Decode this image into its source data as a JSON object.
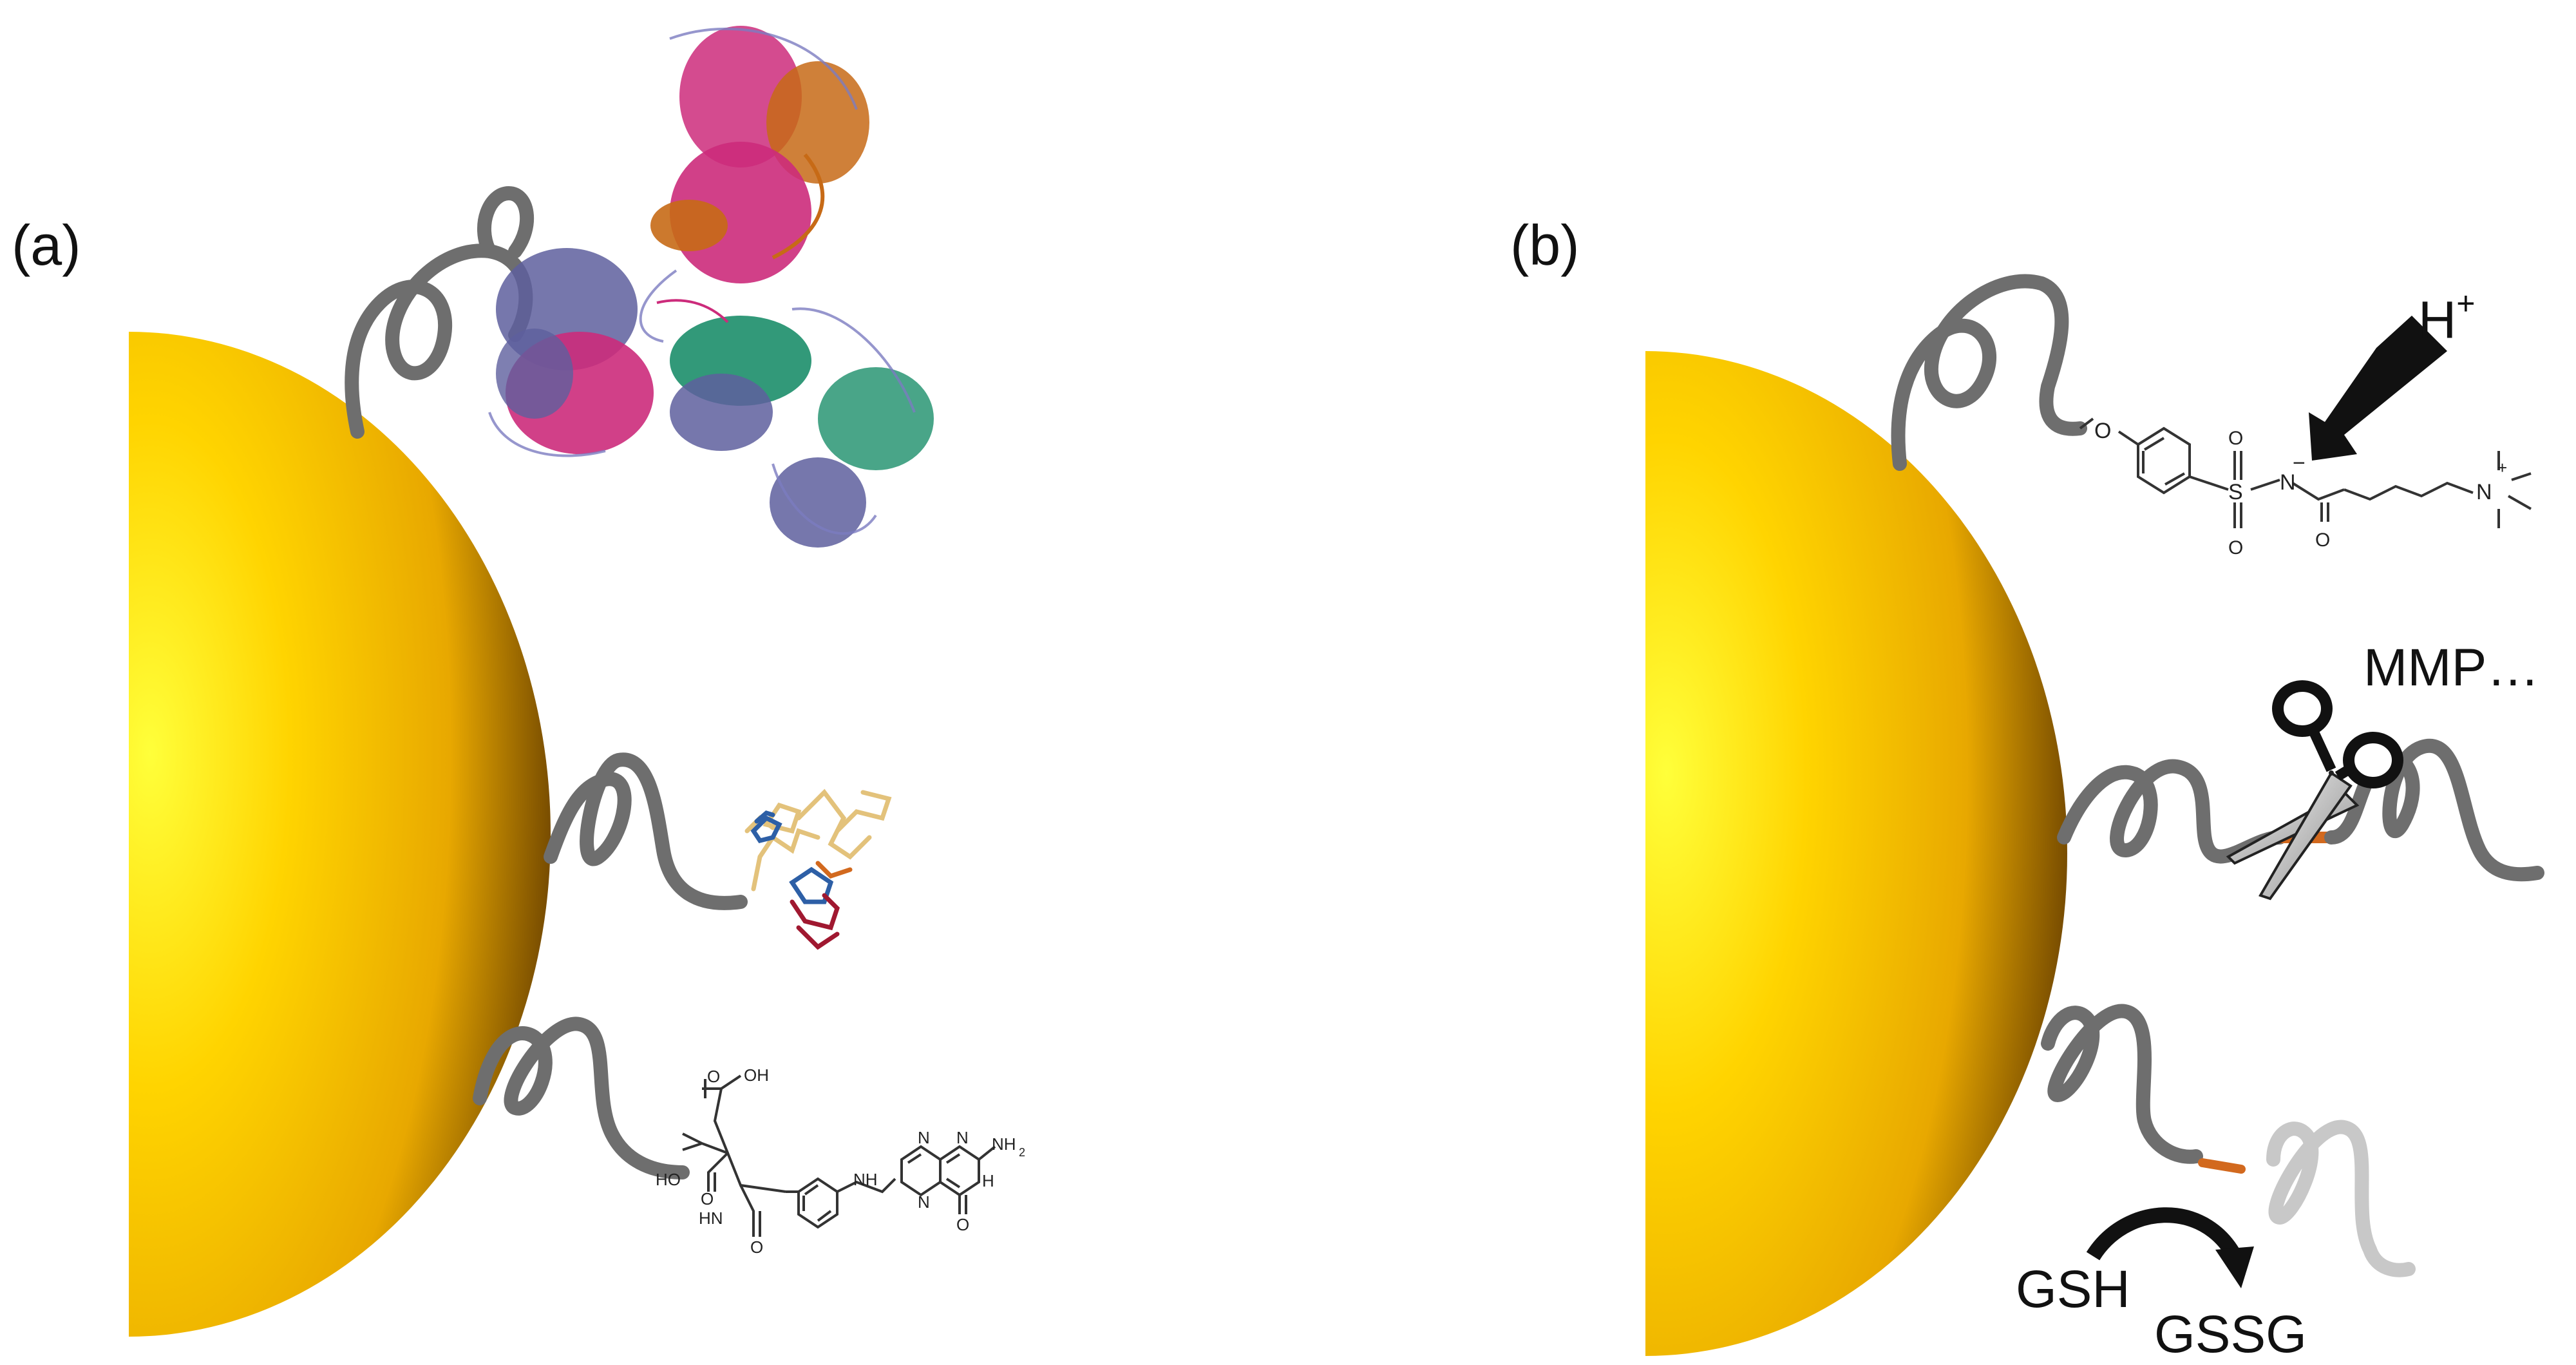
{
  "panels": {
    "a": {
      "label": "(a)"
    },
    "b": {
      "label": "(b)"
    }
  },
  "labels": {
    "proton": "H",
    "proton_charge": "+",
    "enzyme": "MMP…",
    "gsh": "GSH",
    "gssg": "GSSG"
  },
  "folate_labels": {
    "oh_top": "OH",
    "oh_left": "HO",
    "nh": "NH",
    "hn": "HN",
    "nh2": "NH",
    "nh2_sub": "2",
    "n1": "N",
    "n2": "N",
    "n3": "N",
    "o1": "O",
    "o2": "O",
    "o3": "O",
    "o4": "O",
    "h": "H"
  },
  "sulfonamide_labels": {
    "o": "O",
    "s": "S",
    "n": "N",
    "n_charge": "−",
    "o_bottom1": "O",
    "o_top1": "O",
    "o_carbonyl": "O",
    "n_plus": "N",
    "n_plus_charge": "+"
  },
  "colors": {
    "gold": "#f2b200",
    "gold_dark": "#8a5a00",
    "tether": "#6e6e6e",
    "tether_faded": "#c8c8c8",
    "cleavage": "#d2691e",
    "antibody_magenta": "#cc2b7b",
    "antibody_orange": "#c76a16",
    "antibody_slate": "#5e5f9e",
    "antibody_green": "#1c8e6a",
    "ligand_tan": "#e3c27b",
    "ligand_blue": "#2d5fa6",
    "ligand_red": "#a01830"
  },
  "icons": [
    "scissors-icon",
    "arrow-icon",
    "curved-arrow-icon"
  ]
}
